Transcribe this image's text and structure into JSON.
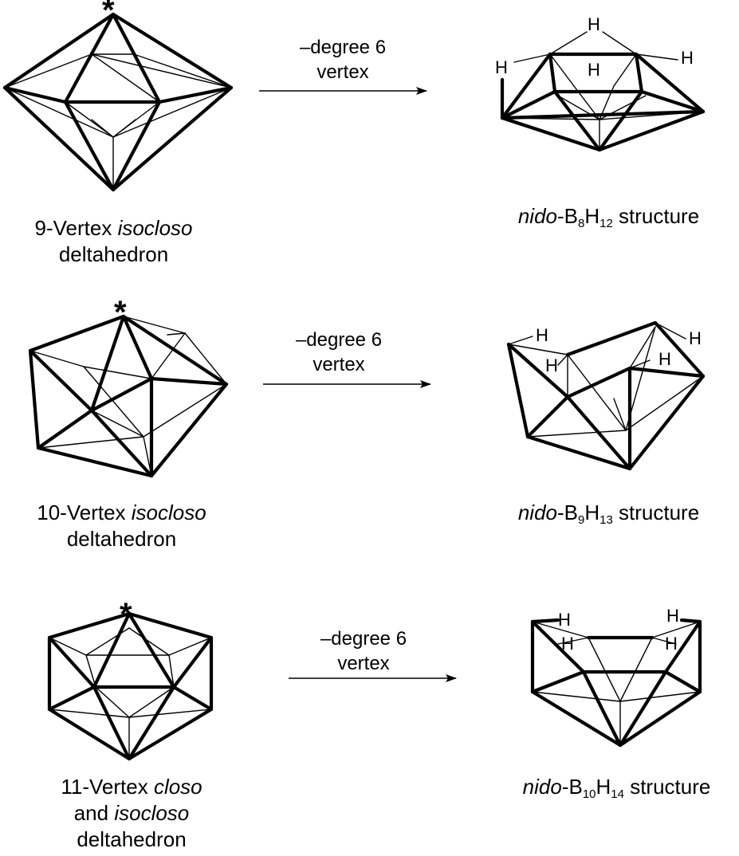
{
  "rows": [
    {
      "left_label": {
        "line1_prefix": "9-Vertex ",
        "line1_italic": "isocloso",
        "line1_suffix": "",
        "line2": "deltahedron",
        "line3": ""
      },
      "arrow": {
        "line1": "–degree 6",
        "line2": "vertex"
      },
      "right_label": {
        "italic": "nido",
        "text": "-B",
        "sub1": "8",
        "text2": "H",
        "sub2": "12",
        "tail": " structure"
      }
    },
    {
      "left_label": {
        "line1_prefix": "10-Vertex ",
        "line1_italic": "isocloso",
        "line1_suffix": "",
        "line2": "deltahedron",
        "line3": ""
      },
      "arrow": {
        "line1": "–degree 6",
        "line2": "vertex"
      },
      "right_label": {
        "italic": "nido",
        "text": "-B",
        "sub1": "9",
        "text2": "H",
        "sub2": "13",
        "tail": " structure"
      }
    },
    {
      "left_label": {
        "line1_prefix": "11-Vertex ",
        "line1_italic": "closo",
        "line1_suffix": "",
        "line2_prefix": "and ",
        "line2_italic": "isocloso",
        "line3": "deltahedron"
      },
      "arrow": {
        "line1": "–degree 6",
        "line2": "vertex"
      },
      "right_label": {
        "italic": "nido",
        "text": "-B",
        "sub1": "10",
        "text2": "H",
        "sub2": "14",
        "tail": " structure"
      }
    }
  ],
  "atoms": {
    "star": "*",
    "hydrogen": "H"
  },
  "colors": {
    "ink": "#000000",
    "background": "#ffffff"
  }
}
